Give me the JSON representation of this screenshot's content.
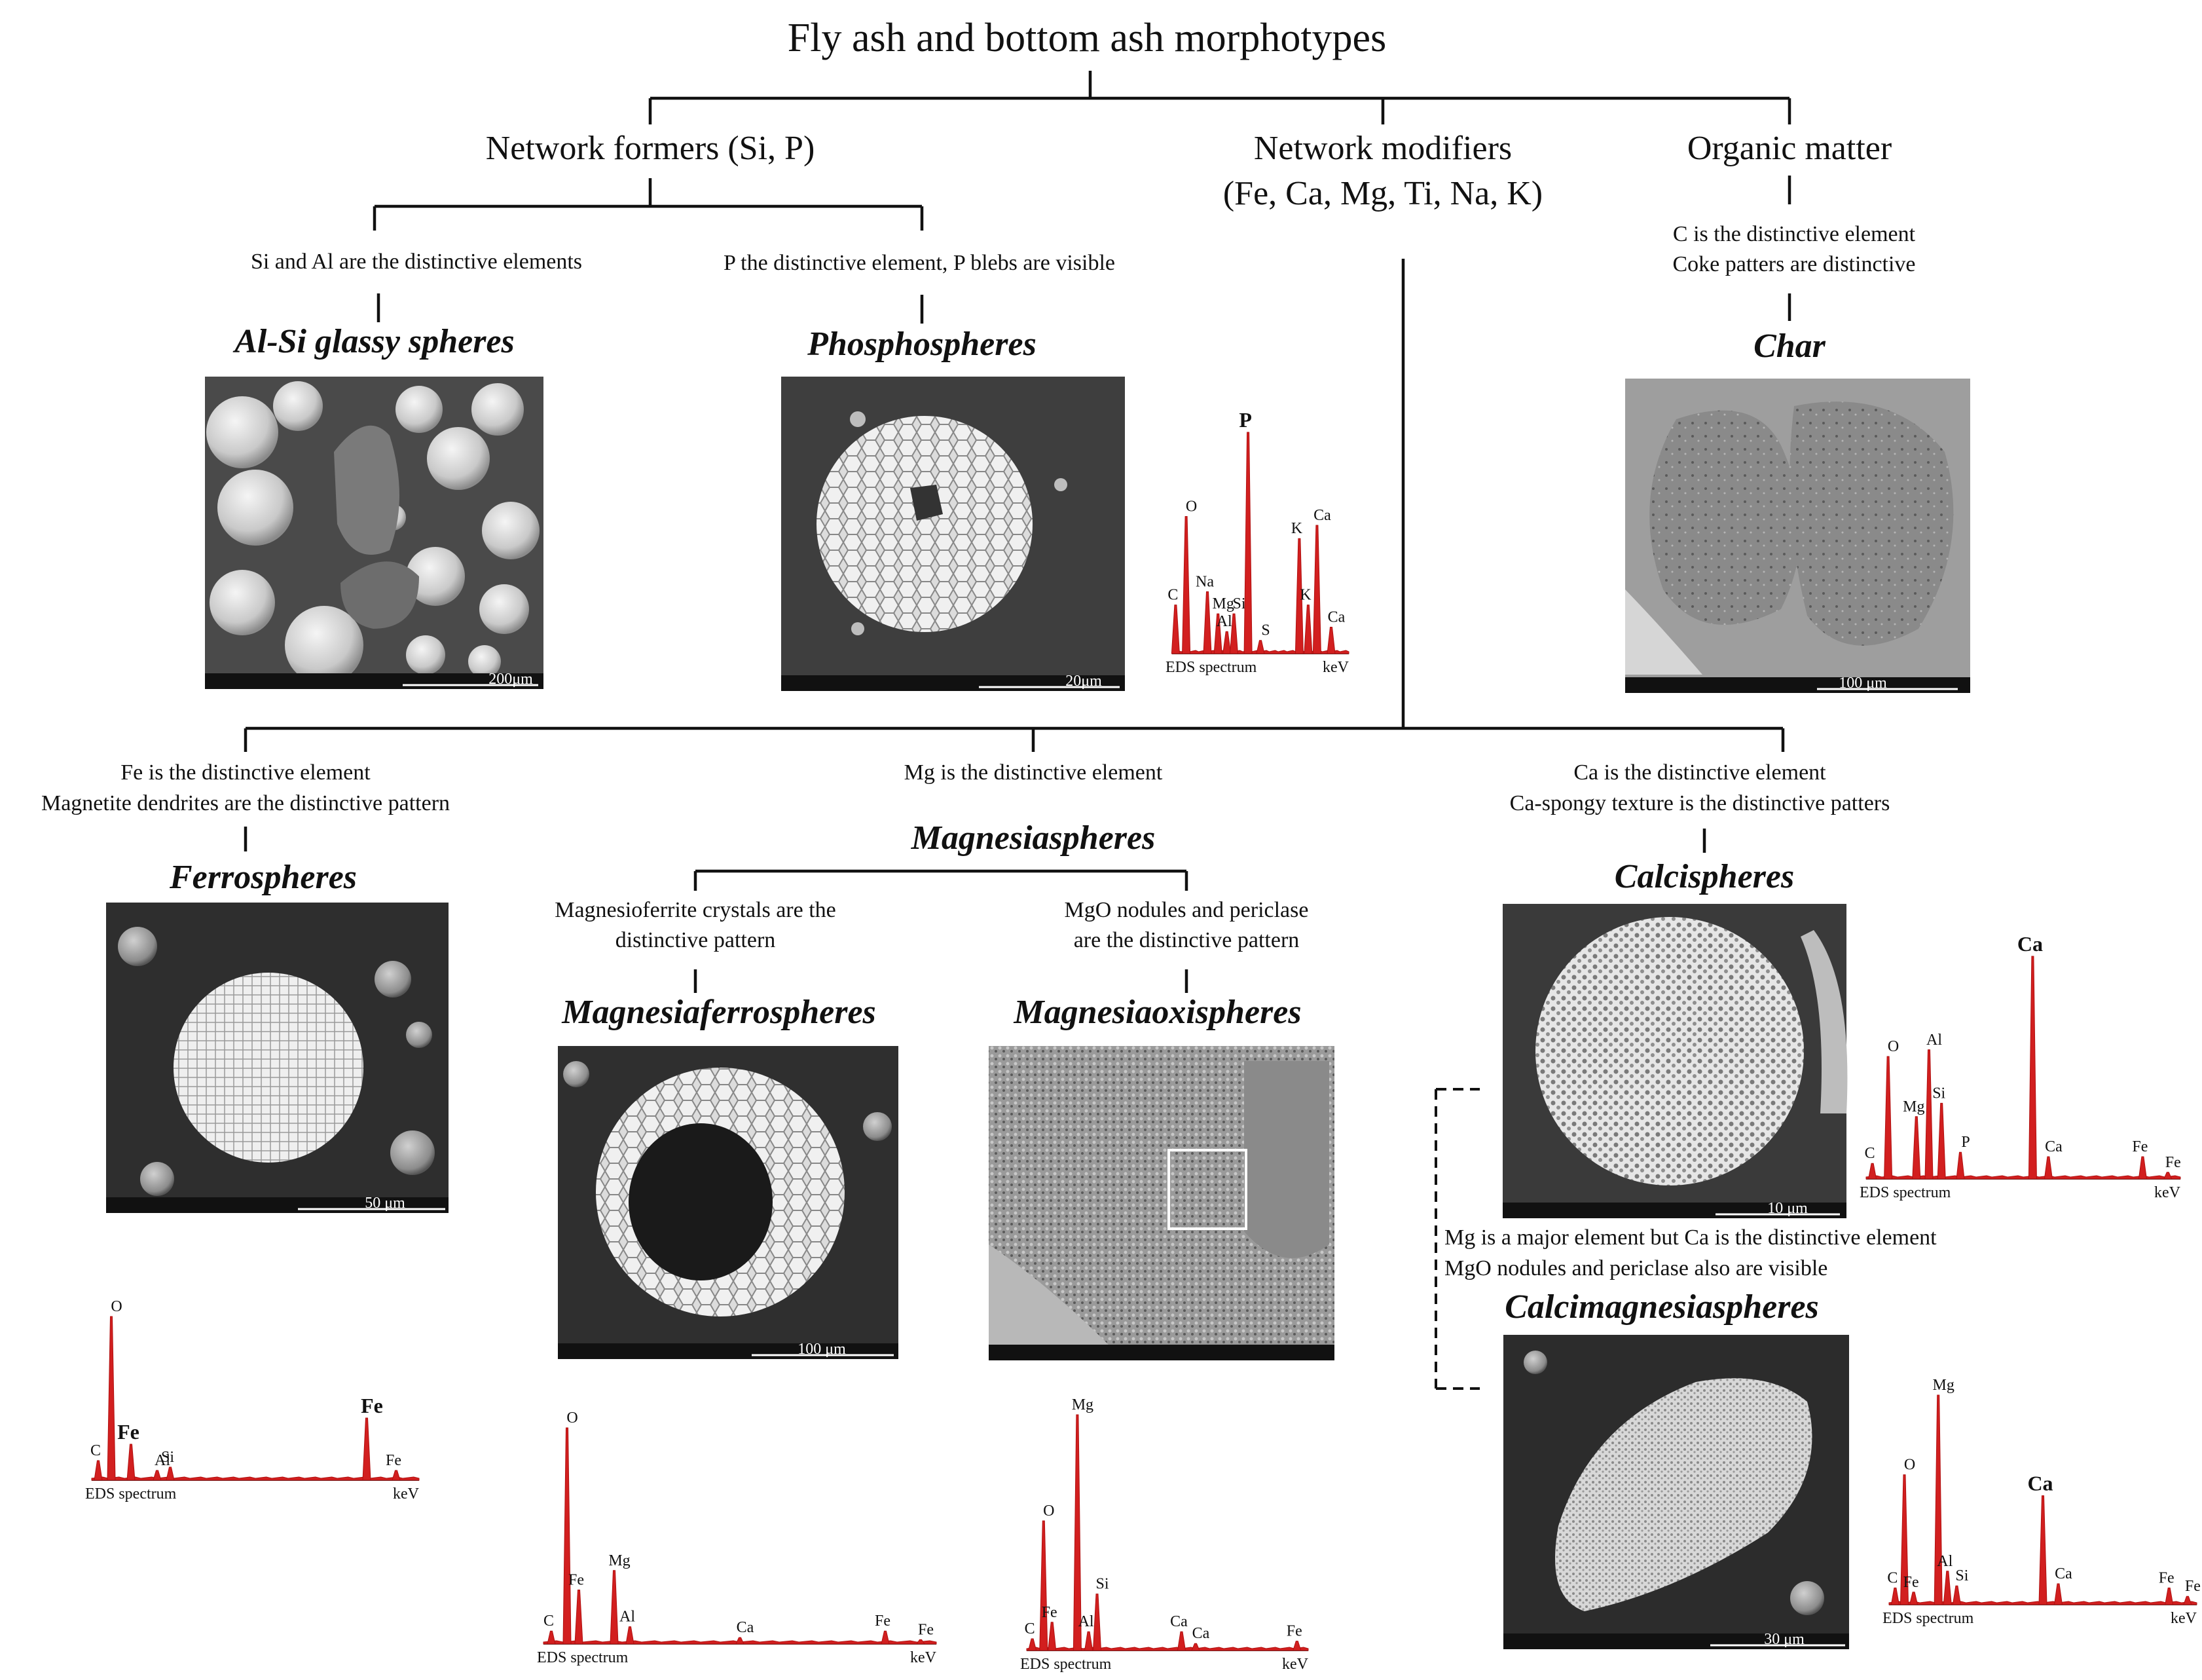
{
  "main_title": "Fly ash and bottom ash morphotypes",
  "level1": {
    "formers": "Network formers (Si, P)",
    "modifiers_line1": "Network modifiers",
    "modifiers_line2": "(Fe, Ca, Mg, Ti,  Na, K)",
    "organic": "Organic matter"
  },
  "descriptions": {
    "alsi": "Si and Al are the distinctive elements",
    "phospho": "P the distinctive element, P blebs are visible",
    "char_1": "C is the distinctive element",
    "char_2": "Coke patters are distinctive",
    "fe_1": "Fe is the distinctive element",
    "fe_2": "Magnetite dendrites are the distinctive pattern",
    "mg": "Mg is the distinctive element",
    "ca_1": "Ca is the distinctive element",
    "ca_2": "Ca-spongy texture is the distinctive patters",
    "mgfe_1": "Magnesioferrite crystals are the",
    "mgfe_2": "distinctive pattern",
    "mgox_1": "MgO nodules and periclase",
    "mgox_2": "are the distinctive pattern",
    "camg_1": "Mg is a major element but Ca is the distinctive element",
    "camg_2": "MgO nodules and periclase also are visible"
  },
  "morphotypes": {
    "alsi": "Al-Si glassy spheres",
    "phospho": "Phosphospheres",
    "char": "Char",
    "ferro": "Ferrospheres",
    "magnesia": "Magnesiaspheres",
    "calci": "Calcispheres",
    "mgferro": "Magnesiaferrospheres",
    "mgoxi": "Magnesiaoxispheres",
    "calcimg": "Calcimagnesiaspheres"
  },
  "scale_bars": {
    "alsi": "200μm",
    "phospho": "20μm",
    "char": "100 μm",
    "ferro": "50 μm",
    "mgferro": "100 μm",
    "calci": "10 μm",
    "calcimg": "30 μm"
  },
  "eds": {
    "axis_label": "EDS spectrum",
    "unit_label": "keV",
    "phospho": {
      "peaks": [
        {
          "el": "C",
          "h": 0.22,
          "x": 0.02
        },
        {
          "el": "O",
          "h": 0.62,
          "x": 0.08
        },
        {
          "el": "Na",
          "h": 0.28,
          "x": 0.2
        },
        {
          "el": "Mg",
          "h": 0.18,
          "x": 0.26
        },
        {
          "el": "Al",
          "h": 0.1,
          "x": 0.31
        },
        {
          "el": "Si",
          "h": 0.18,
          "x": 0.35
        },
        {
          "el": "P",
          "h": 1.0,
          "x": 0.43,
          "bold": true
        },
        {
          "el": "S",
          "h": 0.06,
          "x": 0.5
        },
        {
          "el": "K",
          "h": 0.52,
          "x": 0.72
        },
        {
          "el": "Ca",
          "h": 0.58,
          "x": 0.82
        },
        {
          "el": "K",
          "h": 0.22,
          "x": 0.77
        },
        {
          "el": "Ca",
          "h": 0.12,
          "x": 0.9
        }
      ]
    },
    "ferro": {
      "peaks": [
        {
          "el": "C",
          "h": 0.12,
          "x": 0.02
        },
        {
          "el": "O",
          "h": 1.0,
          "x": 0.06
        },
        {
          "el": "Fe",
          "h": 0.22,
          "x": 0.12,
          "bold": true
        },
        {
          "el": "Al",
          "h": 0.06,
          "x": 0.2
        },
        {
          "el": "Si",
          "h": 0.08,
          "x": 0.24
        },
        {
          "el": "Fe",
          "h": 0.38,
          "x": 0.84,
          "bold": true
        },
        {
          "el": "Fe",
          "h": 0.06,
          "x": 0.93
        }
      ]
    },
    "mgferro": {
      "peaks": [
        {
          "el": "C",
          "h": 0.06,
          "x": 0.02
        },
        {
          "el": "O",
          "h": 1.0,
          "x": 0.06
        },
        {
          "el": "Fe",
          "h": 0.25,
          "x": 0.09
        },
        {
          "el": "Mg",
          "h": 0.34,
          "x": 0.18
        },
        {
          "el": "Al",
          "h": 0.08,
          "x": 0.22
        },
        {
          "el": "Ca",
          "h": 0.03,
          "x": 0.5
        },
        {
          "el": "Fe",
          "h": 0.06,
          "x": 0.87
        },
        {
          "el": "Fe",
          "h": 0.02,
          "x": 0.96
        }
      ]
    },
    "mgoxi": {
      "peaks": [
        {
          "el": "C",
          "h": 0.05,
          "x": 0.02
        },
        {
          "el": "O",
          "h": 0.55,
          "x": 0.06
        },
        {
          "el": "Fe",
          "h": 0.12,
          "x": 0.09
        },
        {
          "el": "Mg",
          "h": 1.0,
          "x": 0.18
        },
        {
          "el": "Al",
          "h": 0.08,
          "x": 0.22
        },
        {
          "el": "Si",
          "h": 0.24,
          "x": 0.25
        },
        {
          "el": "Ca",
          "h": 0.08,
          "x": 0.55
        },
        {
          "el": "Ca",
          "h": 0.03,
          "x": 0.6
        },
        {
          "el": "Fe",
          "h": 0.04,
          "x": 0.96
        }
      ]
    },
    "calci": {
      "peaks": [
        {
          "el": "C",
          "h": 0.07,
          "x": 0.02
        },
        {
          "el": "O",
          "h": 0.55,
          "x": 0.07
        },
        {
          "el": "Mg",
          "h": 0.28,
          "x": 0.16
        },
        {
          "el": "Al",
          "h": 0.58,
          "x": 0.2
        },
        {
          "el": "Si",
          "h": 0.34,
          "x": 0.24
        },
        {
          "el": "P",
          "h": 0.12,
          "x": 0.3
        },
        {
          "el": "Ca",
          "h": 1.0,
          "x": 0.53,
          "bold": true
        },
        {
          "el": "Ca",
          "h": 0.1,
          "x": 0.58
        },
        {
          "el": "Fe",
          "h": 0.1,
          "x": 0.88
        },
        {
          "el": "Fe",
          "h": 0.03,
          "x": 0.96
        }
      ]
    },
    "calcimg": {
      "peaks": [
        {
          "el": "C",
          "h": 0.08,
          "x": 0.02
        },
        {
          "el": "O",
          "h": 0.62,
          "x": 0.05
        },
        {
          "el": "Fe",
          "h": 0.06,
          "x": 0.08
        },
        {
          "el": "Mg",
          "h": 1.0,
          "x": 0.16
        },
        {
          "el": "Al",
          "h": 0.16,
          "x": 0.19
        },
        {
          "el": "Si",
          "h": 0.09,
          "x": 0.22
        },
        {
          "el": "Ca",
          "h": 0.52,
          "x": 0.5,
          "bold": true
        },
        {
          "el": "Ca",
          "h": 0.1,
          "x": 0.55
        },
        {
          "el": "Fe",
          "h": 0.08,
          "x": 0.91
        },
        {
          "el": "Fe",
          "h": 0.04,
          "x": 0.97
        }
      ]
    }
  },
  "colors": {
    "spectrum": "#d21f1f",
    "tree_line": "#111111",
    "sem_background": "#3a3a3a"
  }
}
